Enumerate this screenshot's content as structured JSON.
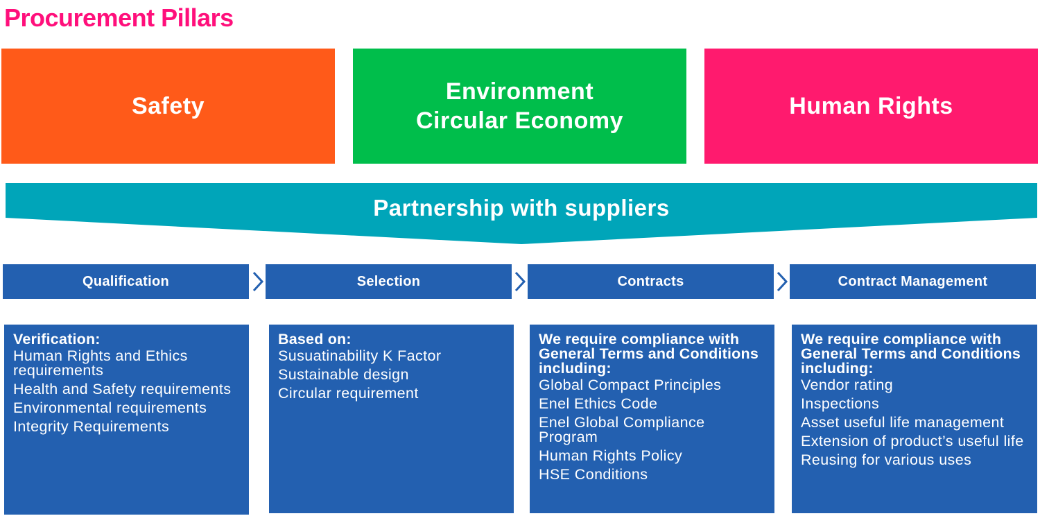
{
  "title": "Procurement Pillars",
  "pillars": [
    {
      "lines": [
        "Safety"
      ],
      "color": "#ff5a19"
    },
    {
      "lines": [
        "Environment",
        "Circular Economy"
      ],
      "color": "#00be4b"
    },
    {
      "lines": [
        "Human Rights"
      ],
      "color": "#ff1a6e"
    }
  ],
  "banner": {
    "label": "Partnership with suppliers",
    "color": "#00a5b9"
  },
  "stages": [
    "Qualification",
    "Selection",
    "Contracts",
    "Contract Management"
  ],
  "stage_color": "#2360b0",
  "panels": [
    {
      "heading": "Verification:",
      "items": [
        "Human Rights and Ethics requirements",
        "Health and Safety requirements",
        "Environmental requirements",
        "Integrity Requirements"
      ]
    },
    {
      "heading": "Based on:",
      "items": [
        "Susuatinability K Factor",
        "Sustainable design",
        "Circular requirement"
      ]
    },
    {
      "heading": "We require compliance with General Terms and Conditions including:",
      "items": [
        "Global Compact Principles",
        "Enel Ethics Code",
        "Enel Global Compliance Program",
        "Human Rights Policy",
        "HSE Conditions"
      ]
    },
    {
      "heading": "We require compliance with General Terms and Conditions including:",
      "items": [
        "Vendor rating",
        "Inspections",
        "Asset useful life management",
        "Extension of product’s useful life",
        "Reusing for various uses"
      ]
    }
  ]
}
